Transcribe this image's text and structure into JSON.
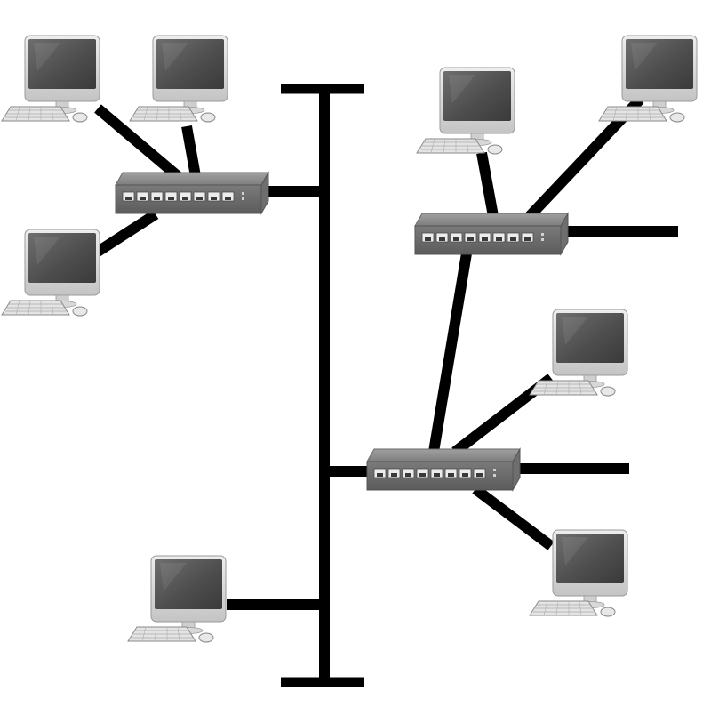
{
  "diagram": {
    "type": "tree-network-topology",
    "colors": {
      "background": "#ffffff",
      "cable": "#000000",
      "monitor_bezel": "#d6d6d6",
      "monitor_screen": "#5a5a5a",
      "switch_body": "#7a7a7a",
      "switch_face": "#6a6a6a",
      "switch_port": "#e9e9e9"
    },
    "icons": {
      "computer": "desktop-computer-icon",
      "switch": "network-switch-icon"
    },
    "counts": {
      "computers": 8,
      "switches": 3,
      "switch_ports": 8
    }
  }
}
